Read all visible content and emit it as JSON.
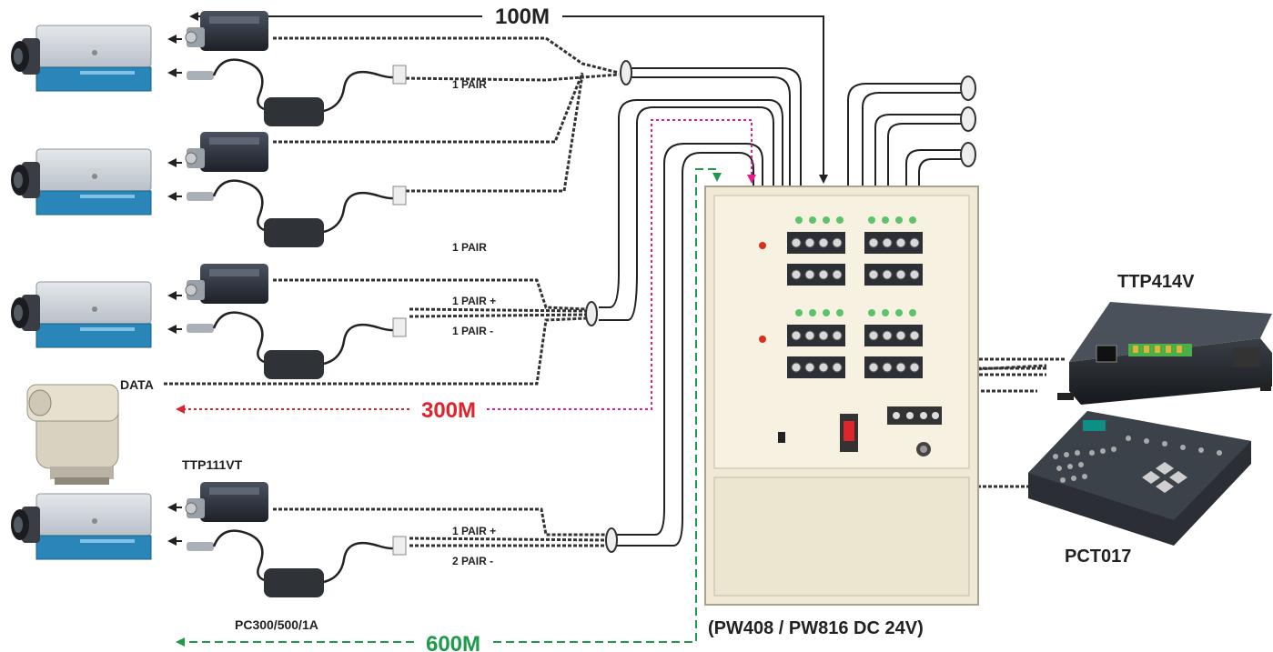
{
  "labels": {
    "distance_100": "100M",
    "distance_300": "300M",
    "distance_600": "600M",
    "pair_1": "1 PAIR",
    "pair_2": "1 PAIR",
    "pair_3_plus": "1 PAIR +",
    "pair_3_minus": "1 PAIR -",
    "pair_4_plus": "1 PAIR +",
    "pair_4_minus": "2 PAIR -",
    "data": "DATA",
    "transceiver_model": "TTP111VT",
    "power_adapter_model": "PC300/500/1A",
    "power_box_model": "(PW408 / PW816 DC 24V)",
    "receiver_model": "TTP414V",
    "controller_model": "PCT017"
  },
  "colors": {
    "distance_100": "#222222",
    "distance_300": "#e0242b",
    "distance_600": "#1d9b4a",
    "cable": "#333333",
    "camera_body": "#cfd4da",
    "camera_base": "#2a86b8",
    "box_panel": "#f1eddd"
  },
  "icons": [
    "box-camera-icon",
    "ptz-camera-icon",
    "video-balun-icon",
    "power-adapter-icon",
    "power-supply-box-icon",
    "video-receiver-hub-icon",
    "keyboard-controller-icon"
  ]
}
